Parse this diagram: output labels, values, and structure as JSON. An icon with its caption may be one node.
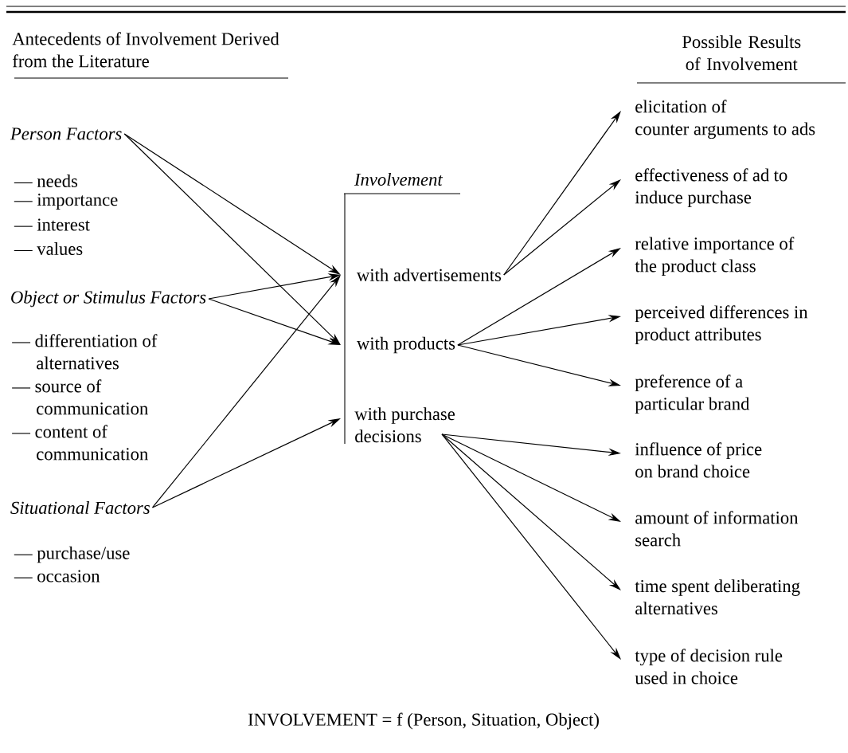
{
  "diagram": {
    "caption": "INVOLVEMENT = f (Person, Situation, Object)",
    "nodes": [
      {
        "text": [
          "Person Factors"
        ]
      },
      {
        "text": [
          "Object or Stimulus Factors"
        ]
      },
      {
        "text": [
          "Situational Factors"
        ]
      },
      {
        "text": [
          "with advertisements"
        ]
      },
      {
        "text": [
          "with products"
        ]
      },
      {
        "text": [
          "with purchase decisions"
        ]
      },
      {
        "text": [
          "elicitation of counter arguments to ads"
        ]
      },
      {
        "text": [
          "effectiveness of ad to induce purchase"
        ]
      },
      {
        "text": [
          "relative importance of the product class"
        ]
      },
      {
        "text": [
          "perceived differences in product attributes"
        ]
      },
      {
        "text": [
          "preference of a particular brand"
        ]
      },
      {
        "text": [
          "influence of price on brand choice"
        ]
      },
      {
        "text": [
          "amount of information search"
        ]
      },
      {
        "text": [
          "time spent deliberating alternatives"
        ]
      },
      {
        "text": [
          "type of decision rule used in choice"
        ]
      }
    ],
    "edges": [
      {
        "from": 0,
        "to": 3,
        "arrow": "to"
      },
      {
        "from": 0,
        "to": 4,
        "arrow": "to"
      },
      {
        "from": 1,
        "to": 3,
        "arrow": "to"
      },
      {
        "from": 1,
        "to": 4,
        "arrow": "to"
      },
      {
        "from": 2,
        "to": 3,
        "arrow": "to"
      },
      {
        "from": 2,
        "to": 5,
        "arrow": "to"
      },
      {
        "from": 3,
        "to": 6,
        "arrow": "to"
      },
      {
        "from": 3,
        "to": 7,
        "arrow": "to"
      },
      {
        "from": 4,
        "to": 8,
        "arrow": "to"
      },
      {
        "from": 4,
        "to": 9,
        "arrow": "to"
      },
      {
        "from": 4,
        "to": 10,
        "arrow": "to"
      },
      {
        "from": 5,
        "to": 11,
        "arrow": "to"
      },
      {
        "from": 5,
        "to": 12,
        "arrow": "to"
      },
      {
        "from": 5,
        "to": 13,
        "arrow": "to"
      },
      {
        "from": 5,
        "to": 14,
        "arrow": "to"
      }
    ],
    "labels": [
      "Antecedents of Involvement Derived from the Literature",
      "Possible Results of Involvement",
      "— needs",
      "— importance",
      "— interest",
      "— values",
      "Involvement",
      "— differentiation of alternatives",
      "— source of communication",
      "— content of communication",
      "— purchase/use",
      "— occasion"
    ]
  }
}
